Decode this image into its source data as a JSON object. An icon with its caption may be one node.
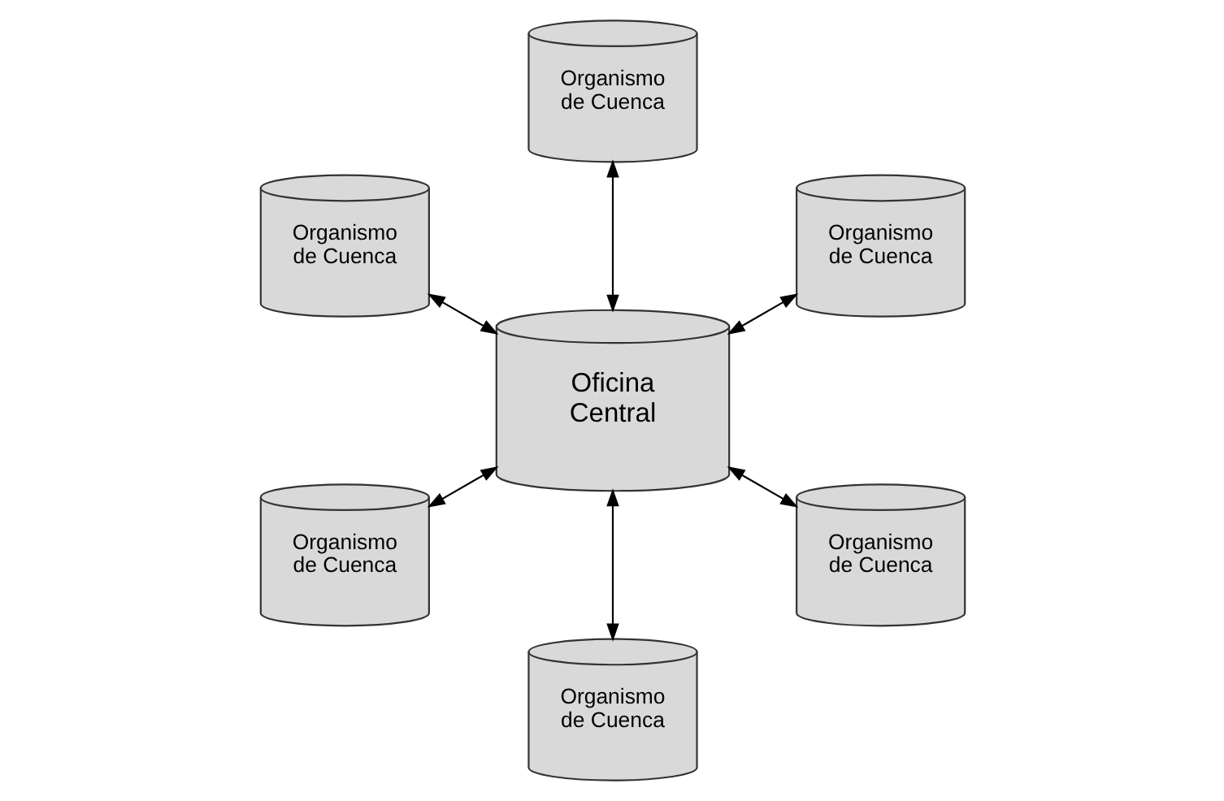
{
  "diagram": {
    "nodes": [
      {
        "text": [
          "Organismo de Cuenca"
        ]
      },
      {
        "text": [
          "Organismo de Cuenca"
        ]
      },
      {
        "text": [
          "Organismo de Cuenca"
        ]
      },
      {
        "text": [
          "Oficina Central"
        ]
      },
      {
        "text": [
          "Organismo de Cuenca"
        ]
      },
      {
        "text": [
          "Organismo de Cuenca"
        ]
      },
      {
        "text": [
          "Organismo de Cuenca"
        ]
      }
    ],
    "edges": [
      {
        "from": 0,
        "to": 3,
        "arrow": "both"
      },
      {
        "from": 1,
        "to": 3,
        "arrow": "both"
      },
      {
        "from": 2,
        "to": 3,
        "arrow": "both"
      },
      {
        "from": 4,
        "to": 3,
        "arrow": "both"
      },
      {
        "from": 5,
        "to": 3,
        "arrow": "both"
      },
      {
        "from": 6,
        "to": 3,
        "arrow": "both"
      }
    ]
  }
}
